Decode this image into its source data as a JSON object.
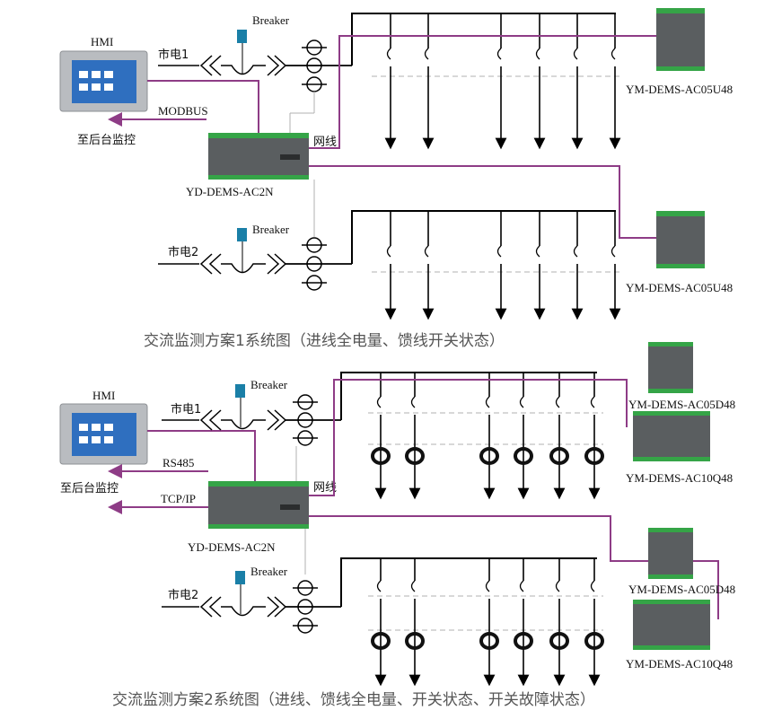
{
  "diagram1": {
    "hmi": "HMI",
    "breaker_top": "Breaker",
    "breaker_bottom": "Breaker",
    "mains1": "市电1",
    "mains2": "市电2",
    "modbus": "MODBUS",
    "backend": "至后台监控",
    "network": "网线",
    "controller": "YD-DEMS-AC2N",
    "module_top": "YM-DEMS-AC05U48",
    "module_bottom": "YM-DEMS-AC05U48",
    "caption": "交流监测方案1系统图（进线全电量、馈线开关状态）"
  },
  "diagram2": {
    "hmi": "HMI",
    "breaker_top": "Breaker",
    "breaker_bottom": "Breaker",
    "mains1": "市电1",
    "mains2": "市电2",
    "rs485": "RS485",
    "tcpip": "TCP/IP",
    "backend": "至后台监控",
    "network": "网线",
    "controller": "YD-DEMS-AC2N",
    "module_top_a": "YM-DEMS-AC05D48",
    "module_top_b": "YM-DEMS-AC10Q48",
    "module_bottom_a": "YM-DEMS-AC05D48",
    "module_bottom_b": "YM-DEMS-AC10Q48",
    "caption": "交流监测方案2系统图（进线、馈线全电量、开关状态、开关故障状态）"
  },
  "colors": {
    "signal_line": "#8e3c86",
    "bus_line": "#000000",
    "dashed_line": "#b0b0b0",
    "module_body": "#5a5e60",
    "terminal_green": "#35a447",
    "breaker_blue": "#1a7fa7"
  }
}
